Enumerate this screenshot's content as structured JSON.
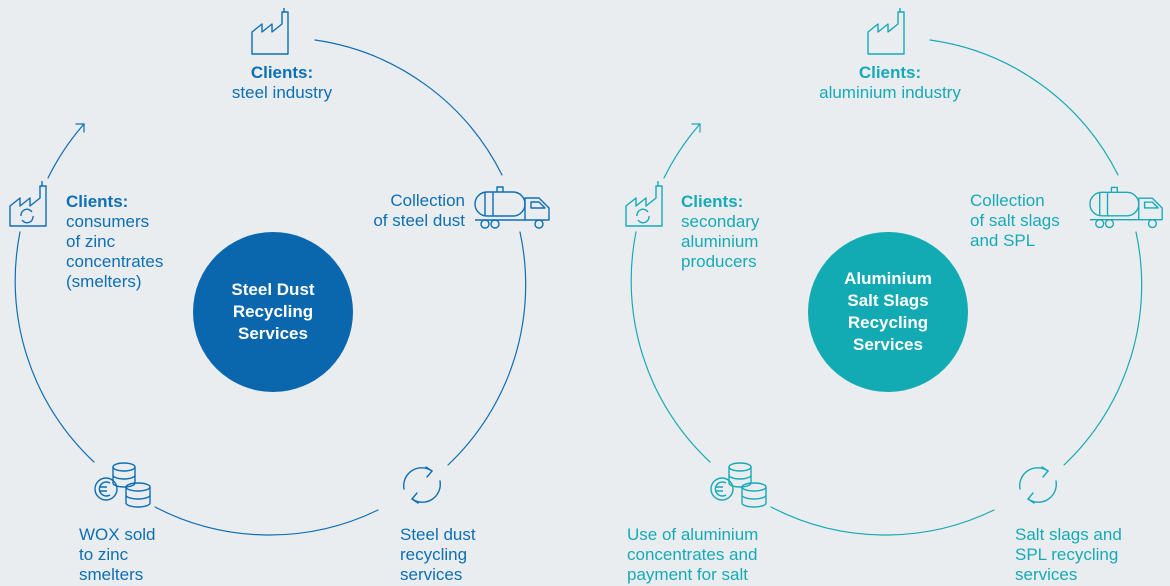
{
  "colors": {
    "steel": "#0e6fb3",
    "steel_hub": "#0a67ad",
    "aluminium": "#17aab6",
    "aluminium_hub": "#12aab3",
    "background": "#e9edf0"
  },
  "steel_cycle": {
    "hub_lines": [
      "Steel Dust",
      "Recycling",
      "Services"
    ],
    "top": {
      "heading": "Clients:",
      "lines": [
        "steel industry"
      ],
      "icon": "factory-icon"
    },
    "right": {
      "heading": "",
      "lines": [
        "Collection",
        "of steel dust"
      ],
      "icon": "tanker-truck-icon"
    },
    "bottom_right": {
      "heading": "",
      "lines": [
        "Steel dust",
        "recycling",
        "services"
      ],
      "icon": "recycle-arrows-icon"
    },
    "bottom_left": {
      "heading": "",
      "lines": [
        "WOX sold",
        "to zinc",
        "smelters"
      ],
      "icon": "euro-coins-icon"
    },
    "left": {
      "heading": "Clients:",
      "lines": [
        "consumers",
        "of zinc",
        "concentrates",
        "(smelters)"
      ],
      "icon": "recycling-factory-icon"
    }
  },
  "aluminium_cycle": {
    "hub_lines": [
      "Aluminium",
      "Salt Slags",
      "Recycling",
      "Services"
    ],
    "top": {
      "heading": "Clients:",
      "lines": [
        "aluminium industry"
      ],
      "icon": "factory-icon"
    },
    "right": {
      "heading": "",
      "lines": [
        "Collection",
        "of salt slags",
        "and SPL"
      ],
      "icon": "tanker-truck-icon"
    },
    "bottom_right": {
      "heading": "",
      "lines": [
        "Salt slags and",
        "SPL recycling",
        "services"
      ],
      "icon": "recycle-arrows-icon"
    },
    "bottom_left": {
      "heading": "",
      "lines": [
        "Use of aluminium",
        "concentrates and",
        "payment for salt"
      ],
      "icon": "euro-coins-icon"
    },
    "left": {
      "heading": "Clients:",
      "lines": [
        "secondary",
        "aluminium",
        "producers"
      ],
      "icon": "recycling-factory-icon"
    }
  }
}
